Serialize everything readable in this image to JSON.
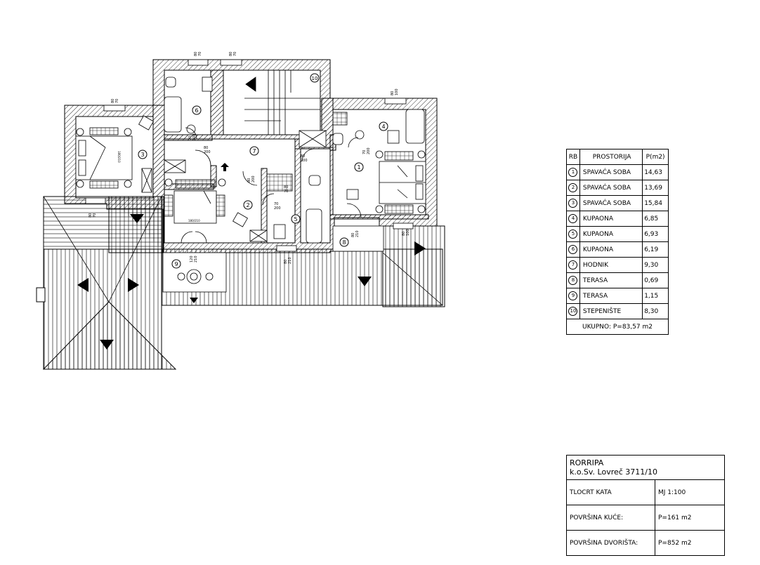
{
  "plan": {
    "room_numbers": [
      "1",
      "2",
      "3",
      "4",
      "5",
      "6",
      "7",
      "8",
      "9",
      "10"
    ],
    "door_labels": {
      "d1": [
        "80",
        "70"
      ],
      "d2": [
        "80",
        "70"
      ],
      "d3": [
        "80",
        "70"
      ],
      "d4": [
        "80",
        "100"
      ],
      "d5": [
        "80",
        "70"
      ],
      "d6": [
        "80",
        "200"
      ],
      "d7": [
        "70",
        "200"
      ],
      "d8": [
        "70",
        "200"
      ],
      "d9": [
        "80",
        "200"
      ],
      "d10": [
        "80",
        "200"
      ],
      "d11": [
        "70",
        "200"
      ],
      "d12": [
        "80",
        "210"
      ],
      "d13": [
        "80",
        "210"
      ],
      "d14": [
        "120",
        "210"
      ],
      "d15": [
        "80",
        "100"
      ],
      "d16": [
        "80",
        "70"
      ]
    },
    "bed_labels": [
      "180/210",
      "180/210"
    ]
  },
  "rooms_table": {
    "headers": {
      "rb": "RB",
      "room": "PROSTORIJA",
      "area": "P(m2)"
    },
    "rows": [
      {
        "rb": "1",
        "name": "SPAVAĆA SOBA",
        "area": "14,63"
      },
      {
        "rb": "2",
        "name": "SPAVAĆA SOBA",
        "area": "13,69"
      },
      {
        "rb": "3",
        "name": "SPAVAĆA SOBA",
        "area": "15,84"
      },
      {
        "rb": "4",
        "name": "KUPAONA",
        "area": "6,85"
      },
      {
        "rb": "5",
        "name": "KUPAONA",
        "area": "6,93"
      },
      {
        "rb": "6",
        "name": "KUPAONA",
        "area": "6,19"
      },
      {
        "rb": "7",
        "name": "HODNIK",
        "area": "9,30"
      },
      {
        "rb": "8",
        "name": "TERASA",
        "area": "0,69"
      },
      {
        "rb": "9",
        "name": "TERASA",
        "area": "1,15"
      },
      {
        "rb": "10",
        "name": "STEPENIŠTE",
        "area": "8,30"
      }
    ],
    "total": "UKUPNO:  P=83,57  m2"
  },
  "title_block": {
    "project_line1": "RORRIPA",
    "project_line2": "k.o.Sv. Lovreč 3711/10",
    "rows": [
      {
        "label": "TLOCRT KATA",
        "value": "MJ 1:100"
      },
      {
        "label": "POVRŠINA KUĆE:",
        "value": "P=161  m2"
      },
      {
        "label": "POVRŠINA DVORIŠTA:",
        "value": "P=852  m2"
      }
    ]
  }
}
